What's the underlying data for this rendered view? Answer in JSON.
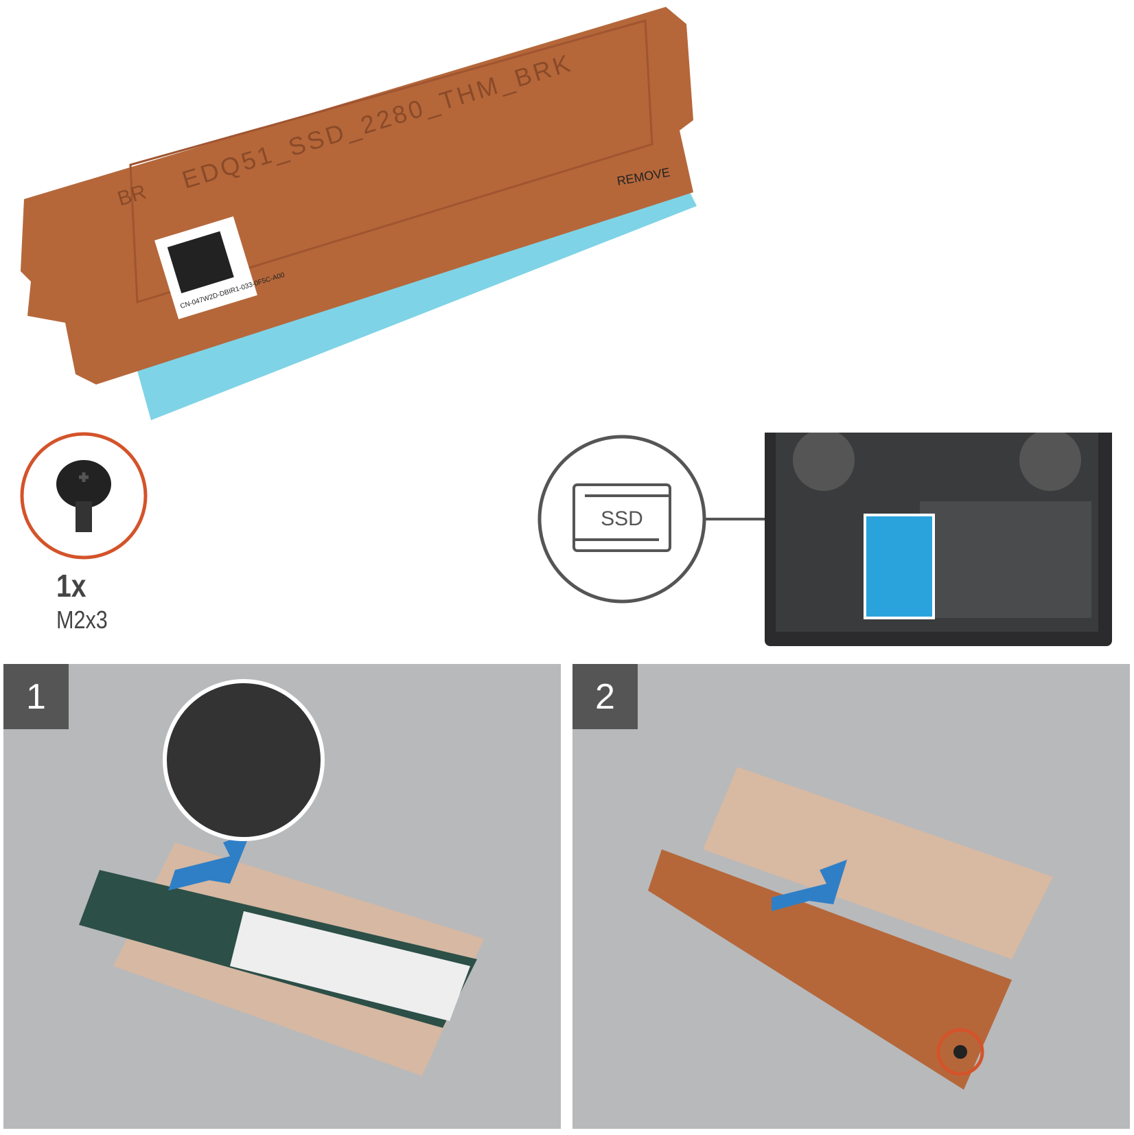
{
  "heatsink": {
    "label": "EDQ51_SSD_2280_THM_BRK",
    "prefix": "BR",
    "tape_text": "REMOVE",
    "barcode_text": "CN-047W2D-DBIR1-033-0F5C-A00"
  },
  "screw": {
    "quantity": "1x",
    "size": "M2x3"
  },
  "component_icon": {
    "label": "SSD"
  },
  "steps": [
    {
      "number": "1"
    },
    {
      "number": "2"
    }
  ],
  "colors": {
    "copper": "#b5673a",
    "tape": "#7fd3e6",
    "screw_circle": "#d4532a",
    "icon_gray": "#555555",
    "arrow": "#2f7fc6",
    "highlight": "#2aa3dc"
  }
}
